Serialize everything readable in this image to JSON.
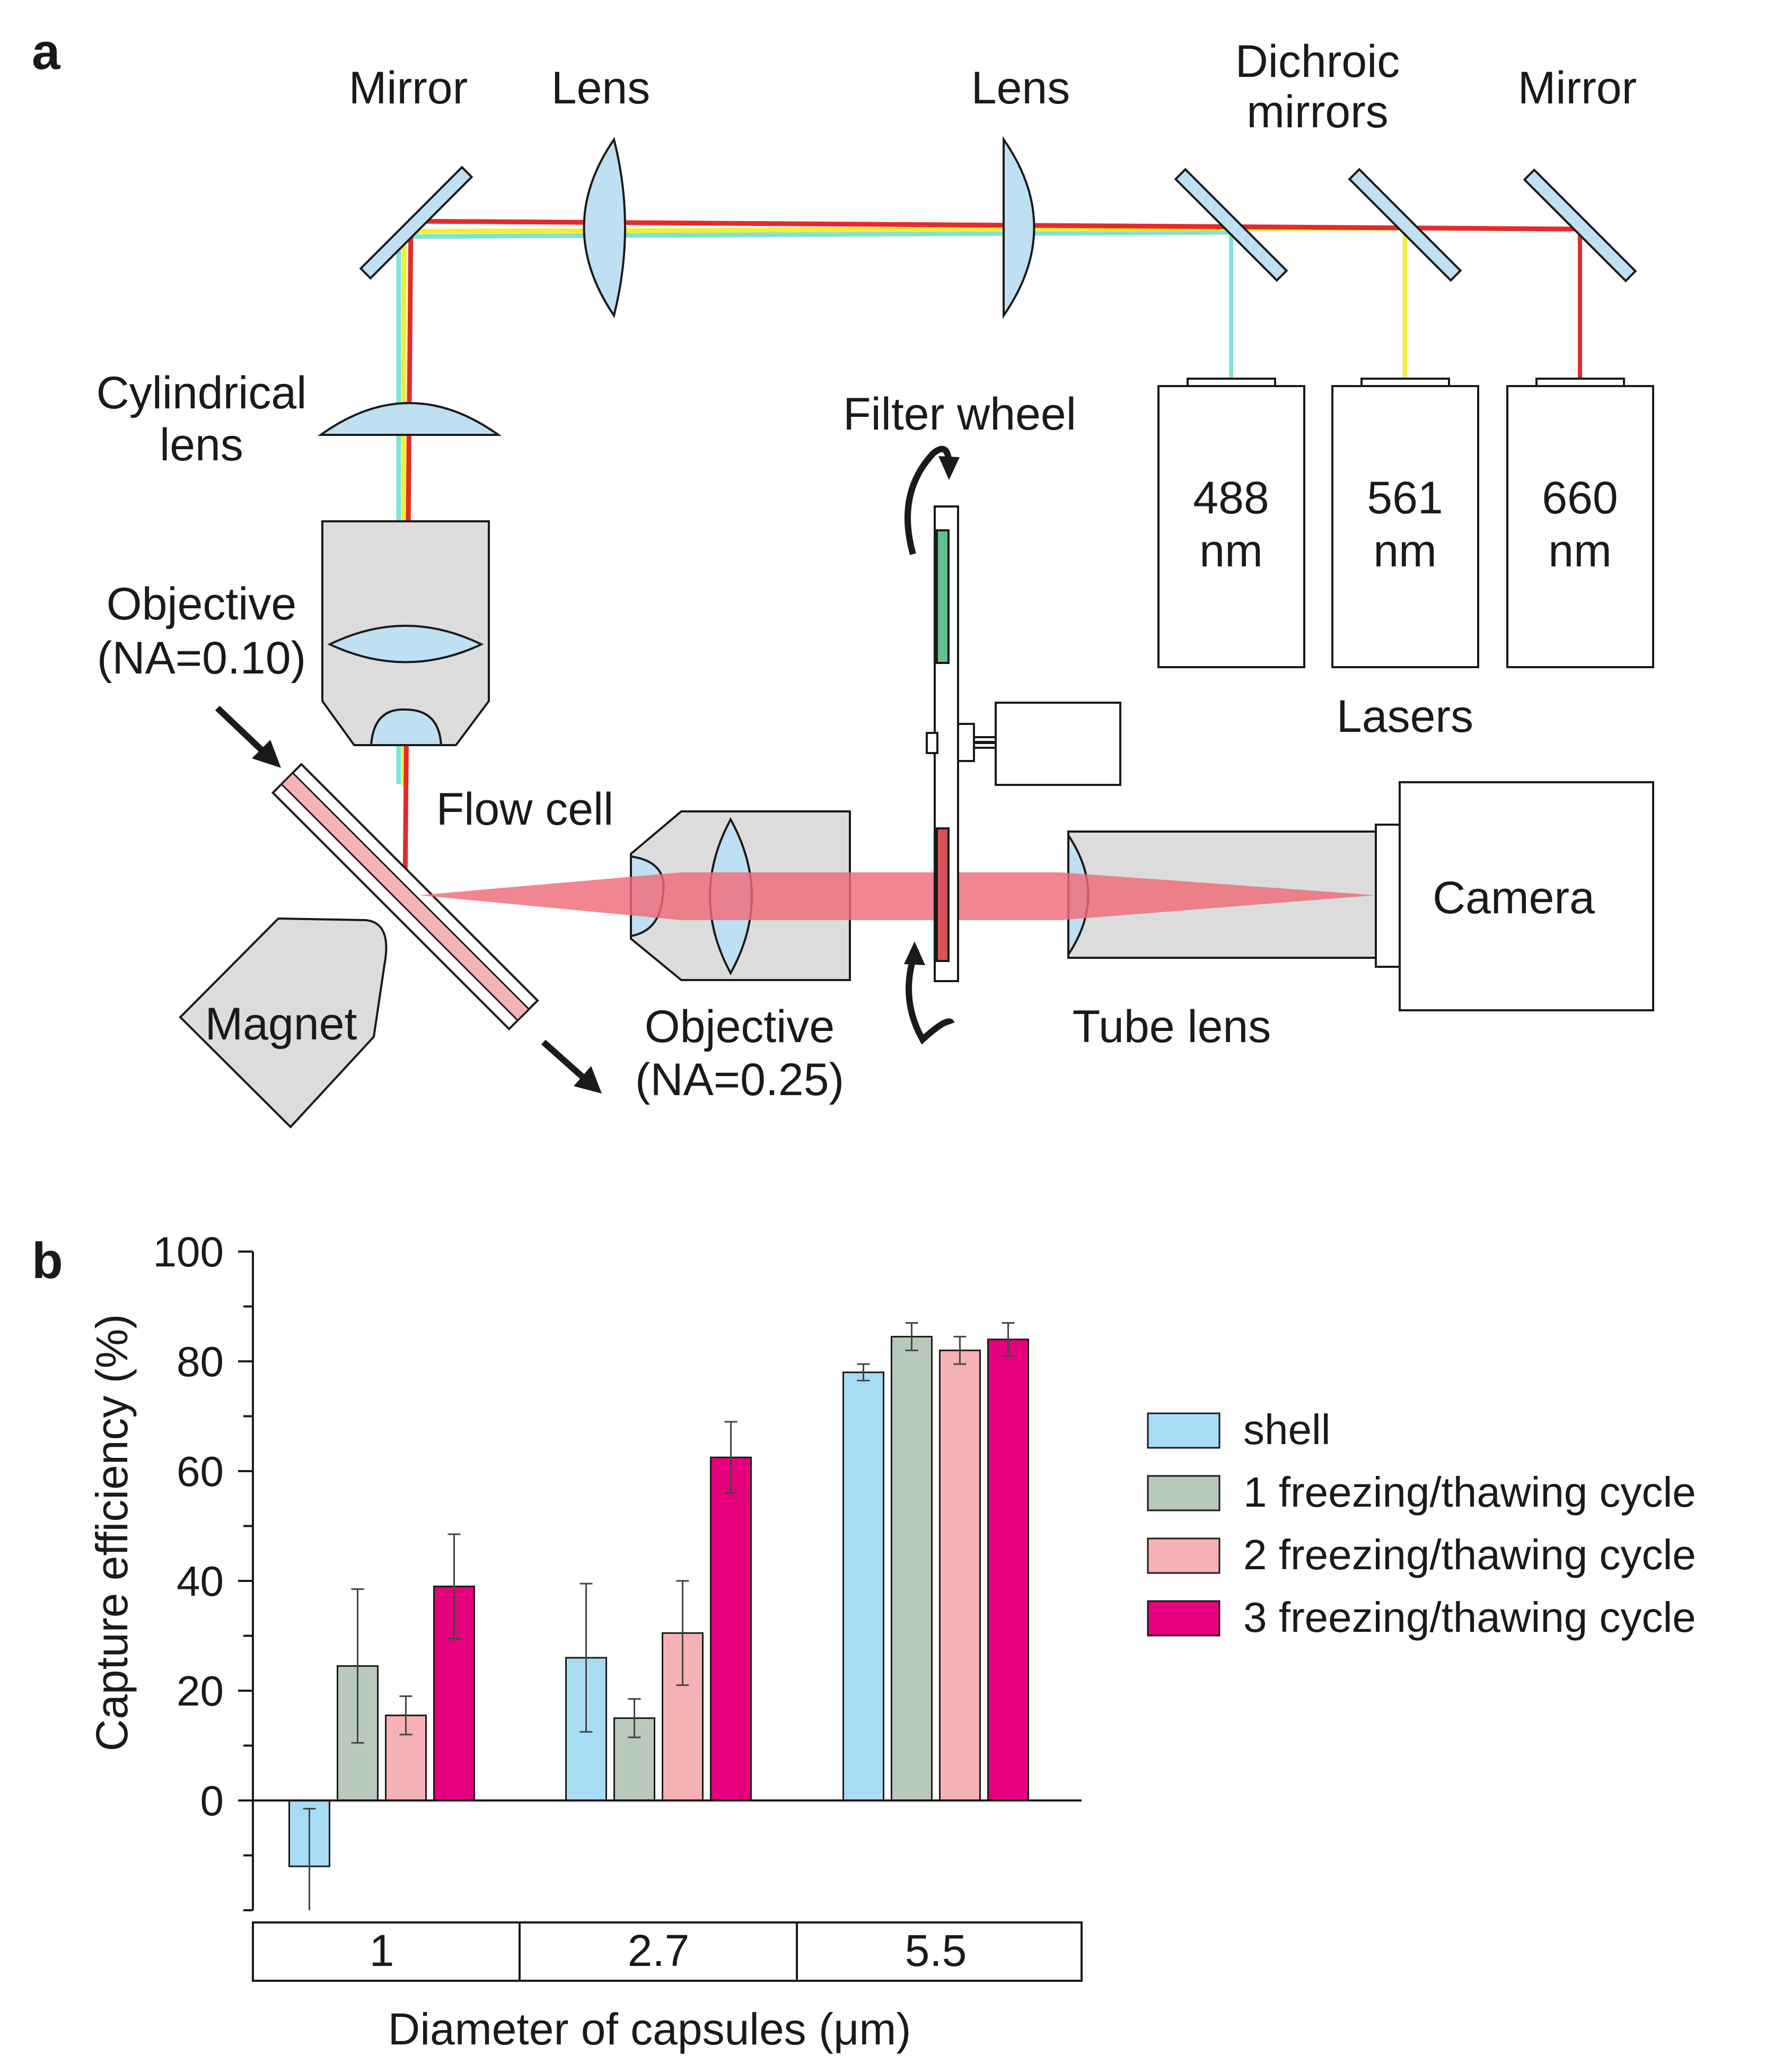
{
  "panel_a": {
    "panel_letter": "a",
    "labels": {
      "mirror_left": "Mirror",
      "lens_left": "Lens",
      "lens_right": "Lens",
      "dichroic_1": "Dichroic",
      "dichroic_2": "mirrors",
      "mirror_right": "Mirror",
      "cyl_1": "Cylindrical",
      "cyl_2": "lens",
      "filter_wheel": "Filter wheel",
      "obj1_1": "Objective",
      "obj1_2": "(NA=0.10)",
      "flow_cell": "Flow cell",
      "magnet": "Magnet",
      "obj2_1": "Objective",
      "obj2_2": "(NA=0.25)",
      "tube_lens": "Tube lens",
      "camera": "Camera",
      "lasers": "Lasers"
    },
    "lasers": [
      {
        "line1": "488",
        "line2": "nm",
        "color": "#7fe3d8"
      },
      {
        "line1": "561",
        "line2": "nm",
        "color": "#f2ee35"
      },
      {
        "line1": "660",
        "line2": "nm",
        "color": "#e32b2b"
      }
    ],
    "colors": {
      "optic_fill": "#bfdff2",
      "housing_fill": "#dcdcdc",
      "beam_red": "#e32b2b",
      "fluorescence": "#ee6a78",
      "flow_channel": "#f4b4b6",
      "filter_green": "#62c28d",
      "filter_red": "#d8535a"
    }
  },
  "panel_b": {
    "panel_letter": "b",
    "chart_data": {
      "type": "bar",
      "title": "",
      "xlabel": "Diameter of capsules (μm)",
      "ylabel": "Capture efficiency (%)",
      "ylim": [
        -20,
        100
      ],
      "yticks": [
        0,
        20,
        40,
        60,
        80,
        100
      ],
      "categories": [
        "1",
        "2.7",
        "5.5"
      ],
      "series": [
        {
          "name": "shell",
          "color": "#a8dbf5",
          "values": [
            -12,
            26,
            78
          ],
          "errors": [
            10.5,
            13.5,
            1.5
          ]
        },
        {
          "name": "1 freezing/thawing cycle",
          "color": "#b8c9bc",
          "values": [
            24.5,
            15,
            84.5
          ],
          "errors": [
            14,
            3.5,
            2.5
          ]
        },
        {
          "name": "2 freezing/thawing cycle",
          "color": "#f5b1b3",
          "values": [
            15.5,
            30.5,
            82
          ],
          "errors": [
            3.5,
            9.5,
            2.5
          ]
        },
        {
          "name": "3 freezing/thawing cycle",
          "color": "#e5007e",
          "values": [
            39,
            62.5,
            84
          ],
          "errors": [
            9.5,
            6.5,
            3
          ]
        }
      ],
      "legend_position": "right",
      "grid": false
    }
  }
}
